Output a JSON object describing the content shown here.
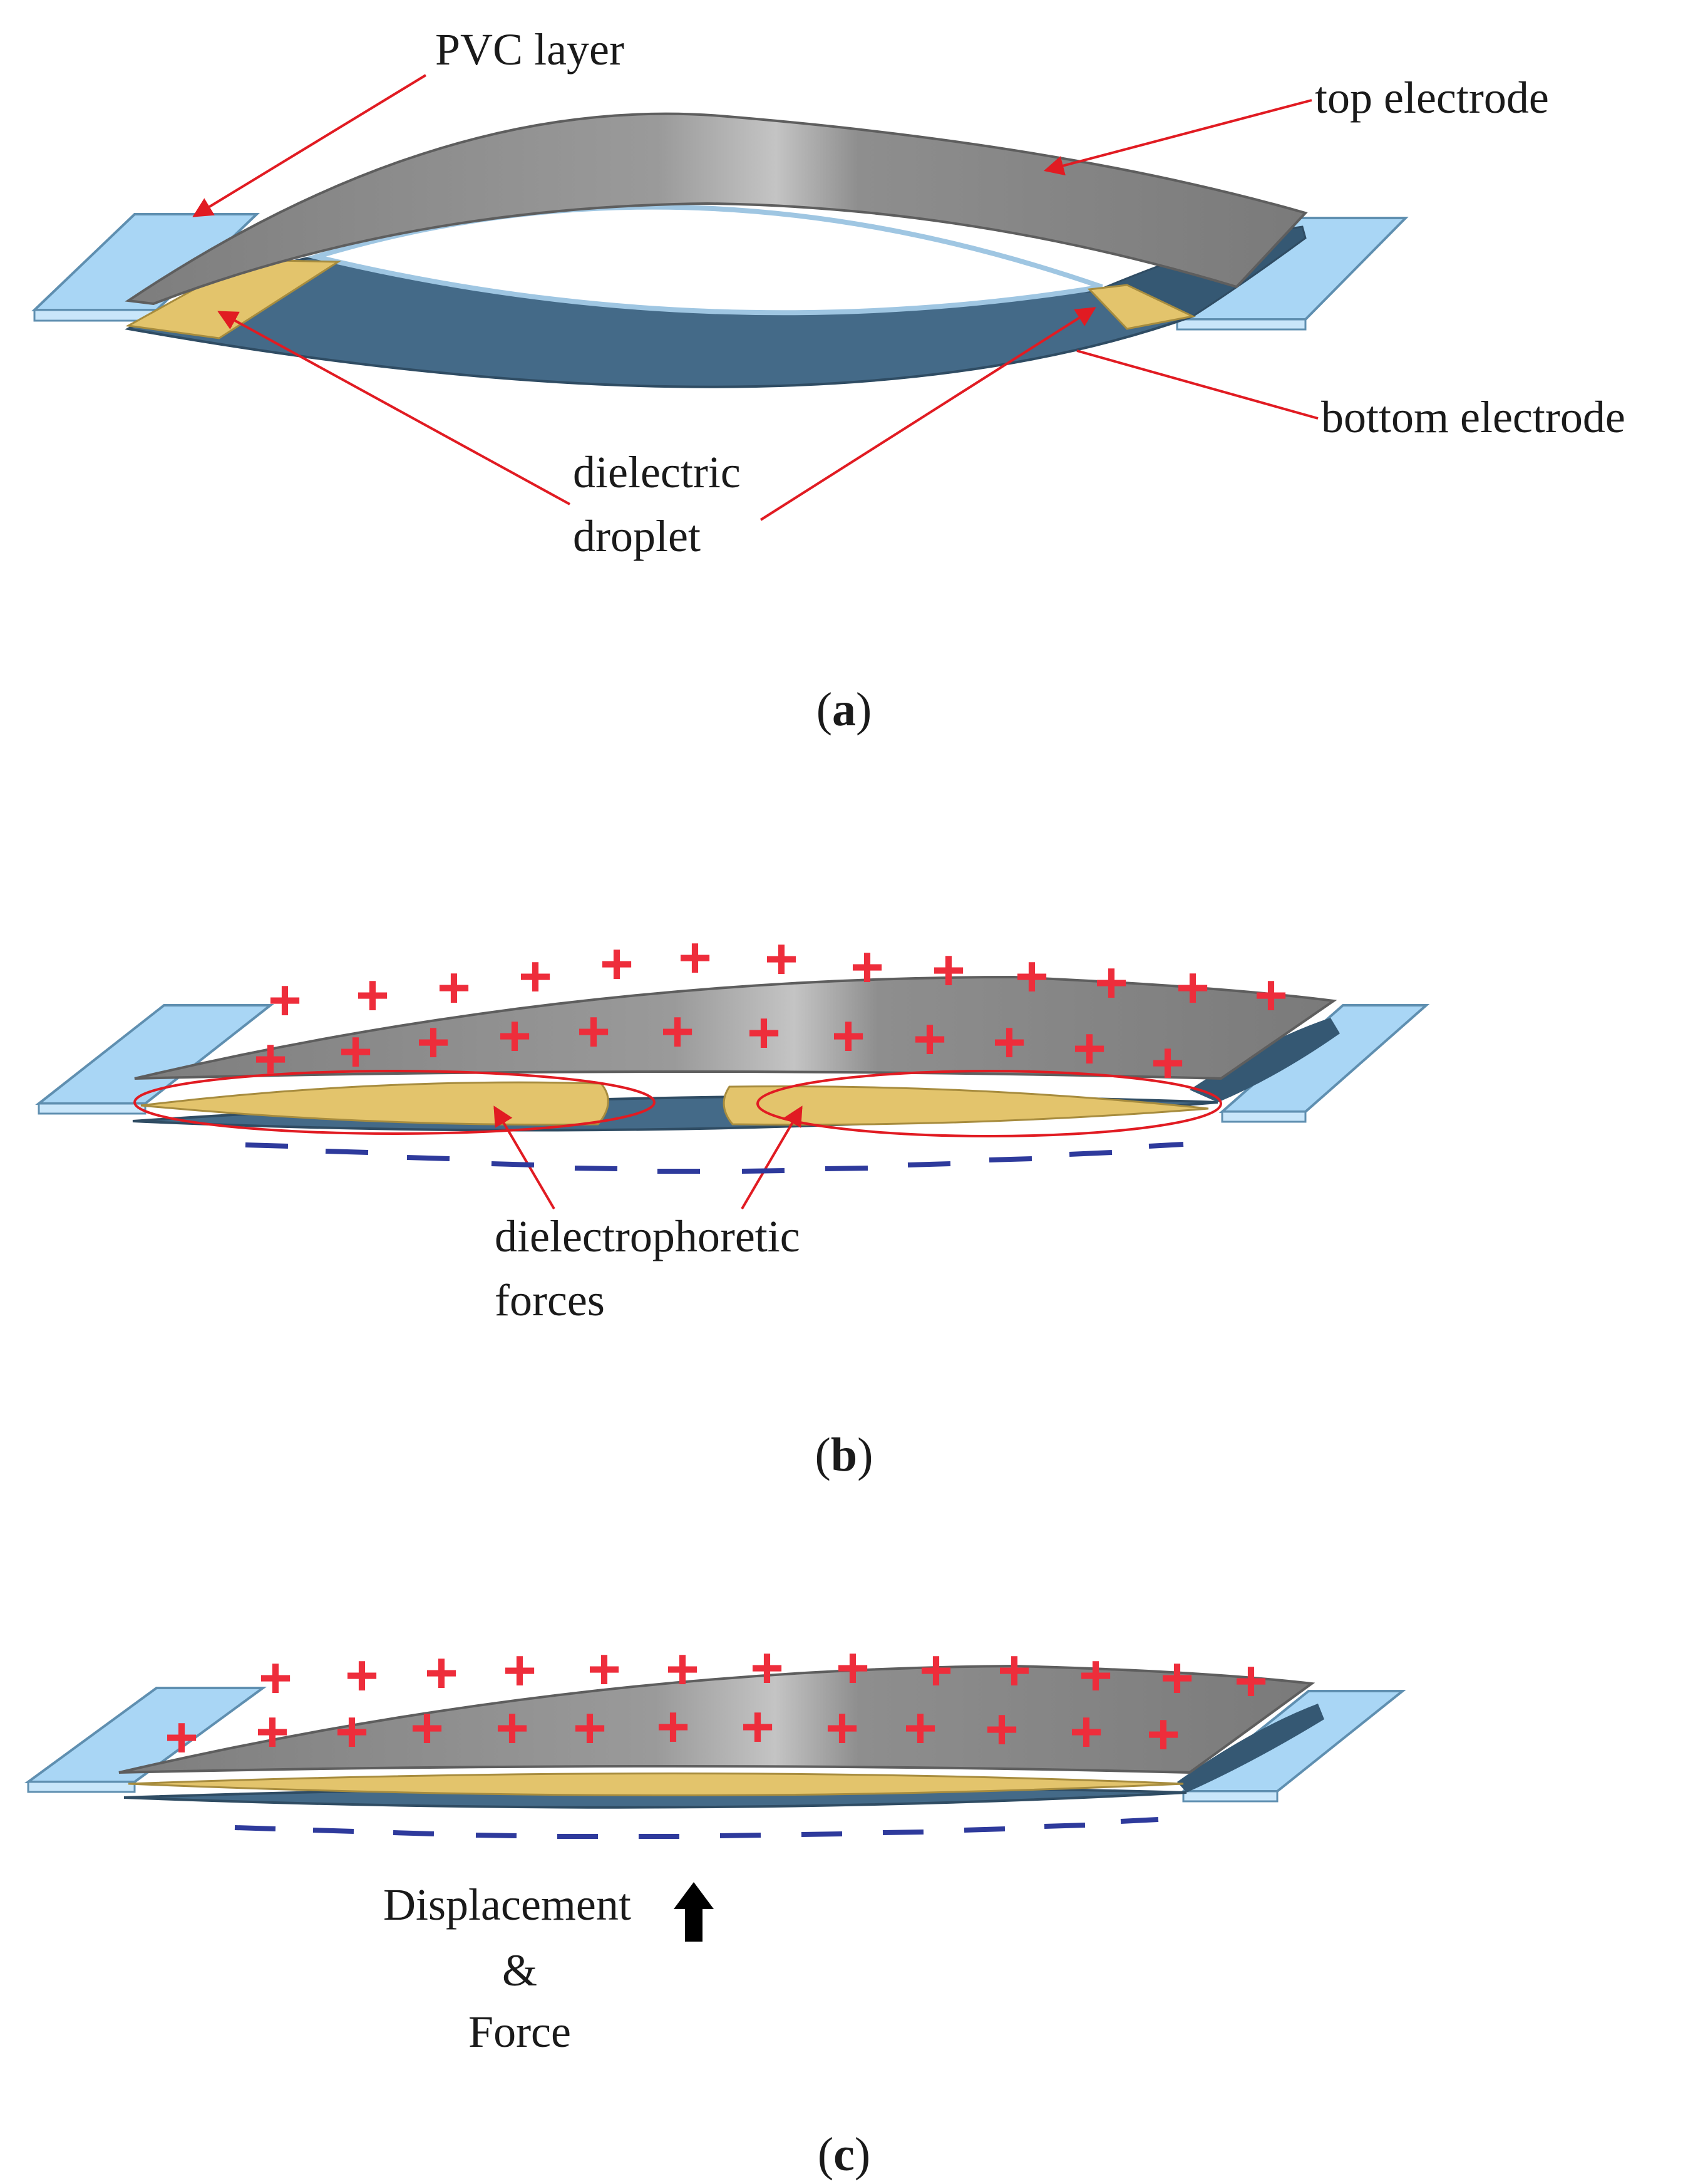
{
  "colors": {
    "pvc": "#a9d6f5",
    "pvc_edge": "#5f8fb0",
    "top_electrode": "#8c8c8c",
    "bottom_electrode": "#446a88",
    "droplet": "#e3c46c",
    "annotation": "#e11b22",
    "negative_charge": "#2e3a9c",
    "positive_charge": "#ee2d3b"
  },
  "panel_a": {
    "labels": {
      "pvc_layer": "PVC layer",
      "top_electrode": "top electrode",
      "bottom_electrode": "bottom electrode",
      "dielectric_line1": "dielectric",
      "dielectric_line2": "droplet"
    },
    "caption_open": "(",
    "caption_letter": "a",
    "caption_close": ")"
  },
  "panel_b": {
    "labels": {
      "forces_line1": "dielectrophoretic",
      "forces_line2": "forces"
    },
    "plus_symbol": "+",
    "caption_open": "(",
    "caption_letter": "b",
    "caption_close": ")"
  },
  "panel_c": {
    "labels": {
      "disp_line1": "Displacement",
      "disp_line2": "&",
      "disp_line3": "Force"
    },
    "arrow_icon": "up-arrow-icon",
    "plus_symbol": "+",
    "caption_open": "(",
    "caption_letter": "c",
    "caption_close": ")"
  }
}
